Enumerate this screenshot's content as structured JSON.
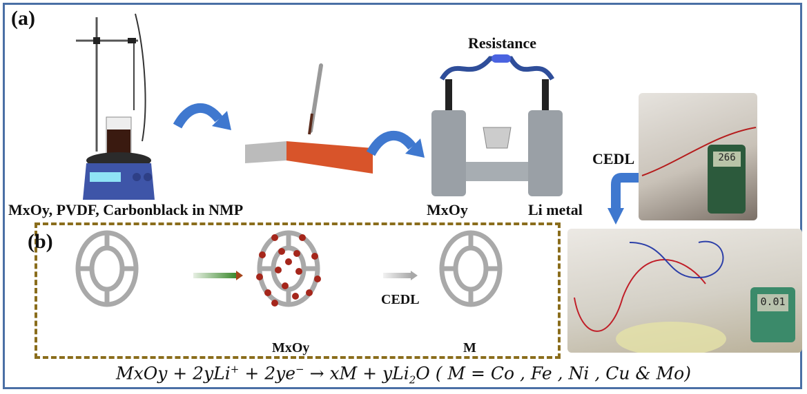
{
  "panels": {
    "a": {
      "label": "(a)",
      "steps": [
        {
          "caption": "MxOy, PVDF, Carbonblack in NMP",
          "depicts": "magnetic stirrer hotplate with beaker of slurry"
        },
        {
          "caption": "",
          "depicts": "pipette dropping slurry onto electrode strip"
        },
        {
          "caption": "Resistance",
          "depicts": "H-cell with resistor connecting two electrodes"
        }
      ],
      "cell_labels": {
        "left": "MxOy",
        "right": "Li metal"
      },
      "process_label": "CEDL",
      "photos": [
        {
          "depicts": "lab setup with multimeter",
          "meter_reading": "266"
        },
        {
          "depicts": "lab setup with multimeter and red/blue leads",
          "meter_reading": "0.01"
        }
      ]
    },
    "b": {
      "label": "(b)",
      "structures": [
        {
          "caption": "",
          "depicts": "cage framework"
        },
        {
          "caption": "MxOy",
          "depicts": "cage framework decorated with red oxide particles"
        },
        {
          "caption": "M",
          "depicts": "cage framework after conversion"
        }
      ],
      "arrow_label": "CEDL"
    }
  },
  "equation": {
    "lhs": "MxOy + 2yLi",
    "li_charge": "+",
    "plus_electrons": " +  2ye",
    "e_charge": "−",
    "arrow": " → ",
    "rhs": "xM + yLi",
    "li2o_sub": "2",
    "rhs_tail": "O",
    "note": " ( M = Co , Fe , Ni , Cu & Mo)"
  },
  "colors": {
    "frame": "#4a6fa5",
    "arrow_blue": "#3f78cf",
    "dashed_box": "#8a6d1c",
    "particle_red": "#a5261b",
    "resistor_blue": "#3a55c8"
  }
}
